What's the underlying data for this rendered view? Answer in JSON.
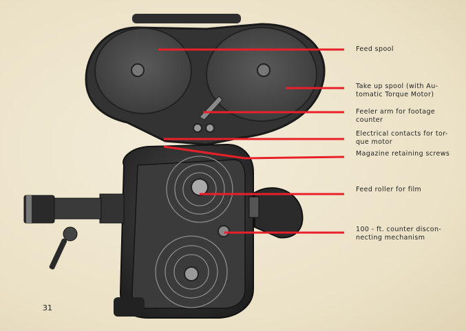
{
  "page_number": "31",
  "labels": [
    {
      "id": "feed-spool",
      "lines": [
        "Feed spool"
      ]
    },
    {
      "id": "take-up-spool",
      "lines": [
        "Take up spool (with Au-",
        "tomatic Torque Motor)"
      ]
    },
    {
      "id": "feeler-arm",
      "lines": [
        "Feeler arm for footage",
        "counter"
      ]
    },
    {
      "id": "electrical-contacts",
      "lines": [
        "Electrical contacts for tor-",
        "que motor"
      ]
    },
    {
      "id": "magazine-screws",
      "lines": [
        "Magazine retaining screws"
      ]
    },
    {
      "id": "feed-roller",
      "lines": [
        "Feed roller for film"
      ]
    },
    {
      "id": "counter-disconnect",
      "lines": [
        "100 - ft. counter discon-",
        "necting mechanism"
      ]
    }
  ],
  "colors": {
    "pointer_line": "#e8202a",
    "paper": "#efe6cf",
    "camera_body": "#2a2a2a"
  }
}
